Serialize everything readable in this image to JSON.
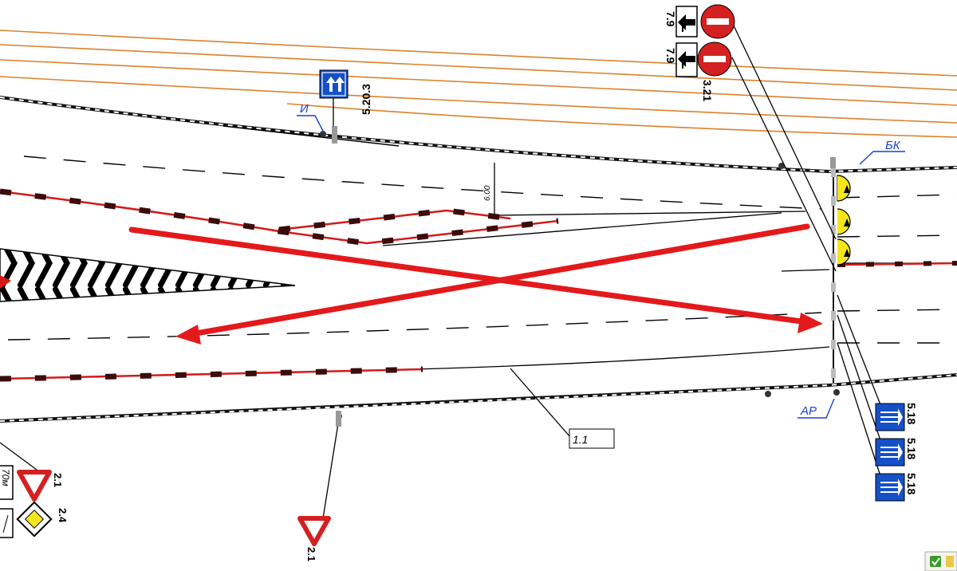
{
  "labels": {
    "sign_7_9_a": "7.9",
    "sign_7_9_b": "7.9",
    "sign_3_21": "3.21",
    "sign_5_20_3": "5.20.3",
    "light_i": "И",
    "light_bk": "БК",
    "light_ar": "АР",
    "sign_5_18_a": "5.18",
    "sign_5_18_b": "5.18",
    "sign_5_18_c": "5.18",
    "width_dim": "6.00",
    "marking_1_1": "1.1",
    "sign_2_1_left": "2.1",
    "sign_2_4_left": "2.4",
    "distance_plate": "70м",
    "sign_2_1_bottom": "2.1"
  },
  "colors": {
    "utility_lines": "#d9822b",
    "cross_arrows": "#e3191b",
    "red_markings": "#d41a1a",
    "road_edge": "#111111",
    "blue_sign": "#1450c8",
    "annotation_blue": "#1a3fd6",
    "signal_yellow": "#f5e61c",
    "prohibition_red": "#d42020"
  },
  "icons": {
    "status_icon": "check-icon"
  }
}
